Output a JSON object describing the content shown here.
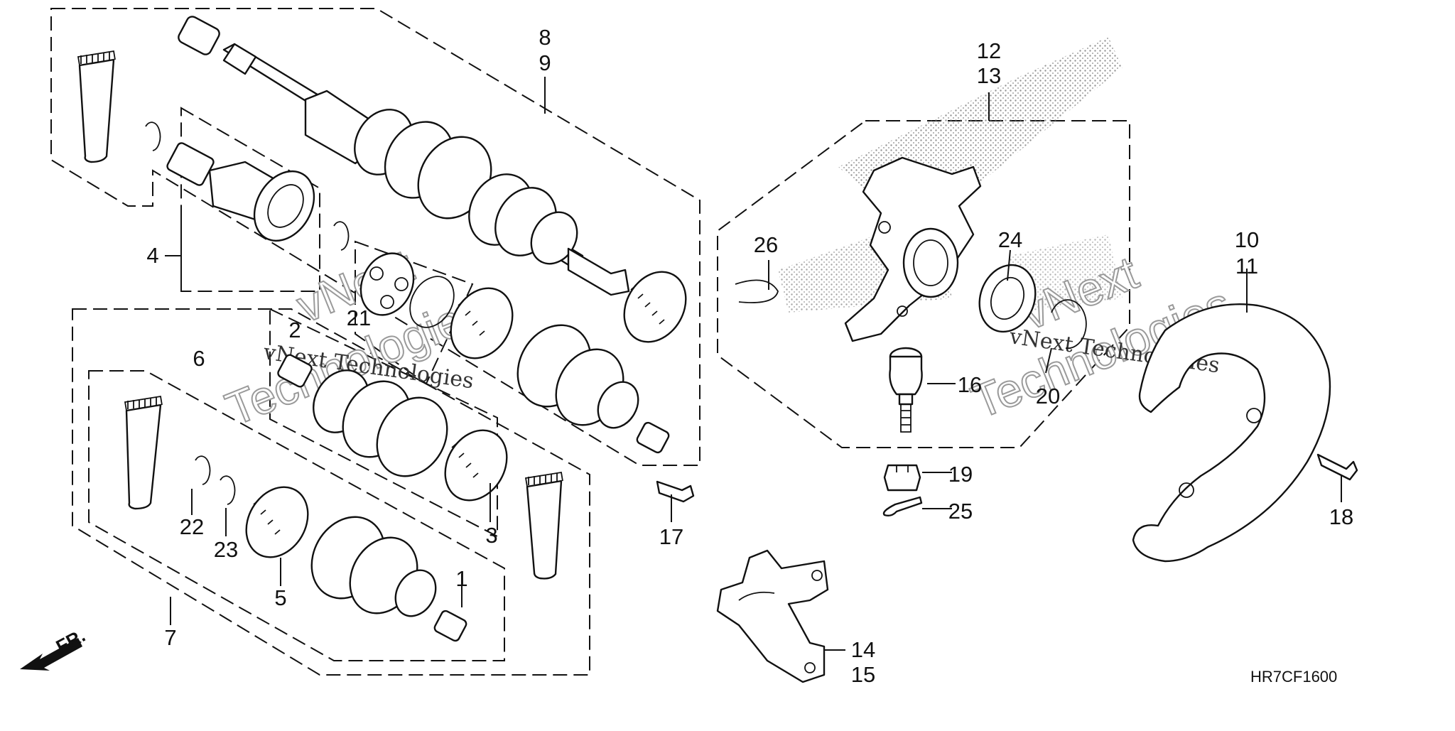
{
  "diagram": {
    "part_code": "HR7CF1600",
    "direction_label": "FR.",
    "watermark": {
      "line1": "vNext Technologies",
      "line2": "vNext",
      "line3": "Technologies"
    },
    "callouts": [
      {
        "id": "c8",
        "text": "8"
      },
      {
        "id": "c9",
        "text": "9"
      },
      {
        "id": "c12",
        "text": "12"
      },
      {
        "id": "c13",
        "text": "13"
      },
      {
        "id": "c26",
        "text": "26"
      },
      {
        "id": "c24",
        "text": "24"
      },
      {
        "id": "c10",
        "text": "10"
      },
      {
        "id": "c11",
        "text": "11"
      },
      {
        "id": "c4",
        "text": "4"
      },
      {
        "id": "c21",
        "text": "21"
      },
      {
        "id": "c2",
        "text": "2"
      },
      {
        "id": "c6",
        "text": "6"
      },
      {
        "id": "c16",
        "text": "16"
      },
      {
        "id": "c20",
        "text": "20"
      },
      {
        "id": "c19",
        "text": "19"
      },
      {
        "id": "c25",
        "text": "25"
      },
      {
        "id": "c18",
        "text": "18"
      },
      {
        "id": "c17",
        "text": "17"
      },
      {
        "id": "c22",
        "text": "22"
      },
      {
        "id": "c23",
        "text": "23"
      },
      {
        "id": "c3",
        "text": "3"
      },
      {
        "id": "c1",
        "text": "1"
      },
      {
        "id": "c5",
        "text": "5"
      },
      {
        "id": "c7",
        "text": "7"
      },
      {
        "id": "c14",
        "text": "14"
      },
      {
        "id": "c15",
        "text": "15"
      }
    ]
  }
}
